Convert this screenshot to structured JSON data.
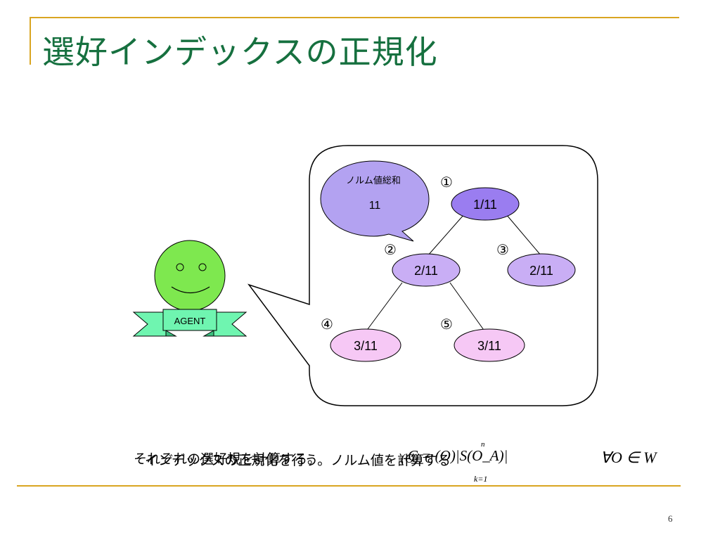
{
  "slide": {
    "title": "選好インデックスの正規化",
    "page_number": "6"
  },
  "agent": {
    "label": "AGENT"
  },
  "bubble": {
    "label": "ノルム値総和",
    "value": "11"
  },
  "tree": {
    "nodes": [
      {
        "id": "1",
        "marker": "①",
        "value": "1/11"
      },
      {
        "id": "2",
        "marker": "②",
        "value": "2/11"
      },
      {
        "id": "3",
        "marker": "③",
        "value": "2/11"
      },
      {
        "id": "4",
        "marker": "④",
        "value": "3/11"
      },
      {
        "id": "5",
        "marker": "⑤",
        "value": "3/11"
      }
    ]
  },
  "colors": {
    "title": "#16703f",
    "rule": "#d9a521",
    "node_root": "#9a7df0",
    "node_mid": "#c9aef5",
    "node_leaf": "#f6c8f5",
    "bubble": "#b3a2f1",
    "agent_face": "#7ee84f",
    "ribbon": "#6ff5b0"
  },
  "formula": {
    "text_a": "それぞれの選好規を計算する。",
    "text_b": "インデックスの正規化を行う。ノルム値を計算する",
    "math_a": "C = (O)|S(O_A)|",
    "math_b": "(O), C",
    "sum_upper": "n",
    "sum_lower": "k=1",
    "forall": "∀O ∈ W"
  }
}
